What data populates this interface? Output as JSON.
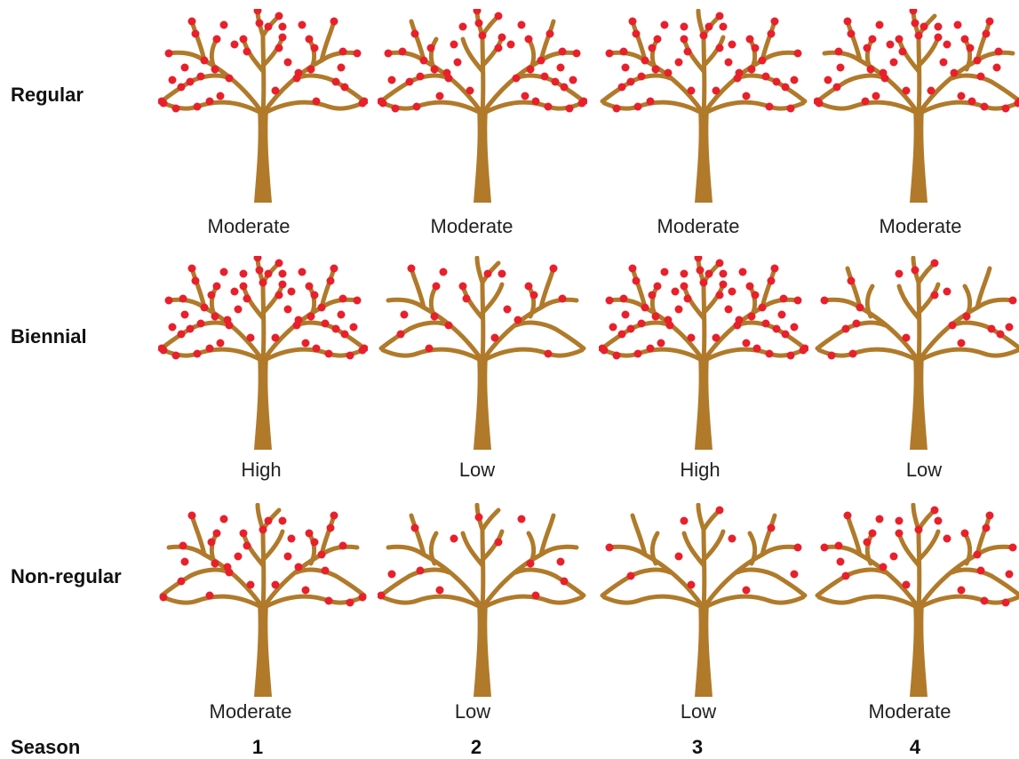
{
  "colors": {
    "branch": "#b07a2a",
    "fruit": "#e8202b",
    "text": "#222222"
  },
  "rows": [
    {
      "label": "Regular",
      "yields": [
        "Moderate",
        "Moderate",
        "Moderate",
        "Moderate"
      ]
    },
    {
      "label": "Biennial",
      "yields": [
        "High",
        "Low",
        "High",
        "Low"
      ]
    },
    {
      "label": "Non-regular",
      "yields": [
        "Moderate",
        "Low",
        "Low",
        "Moderate"
      ]
    }
  ],
  "season": {
    "label": "Season",
    "numbers": [
      "1",
      "2",
      "3",
      "4"
    ]
  }
}
